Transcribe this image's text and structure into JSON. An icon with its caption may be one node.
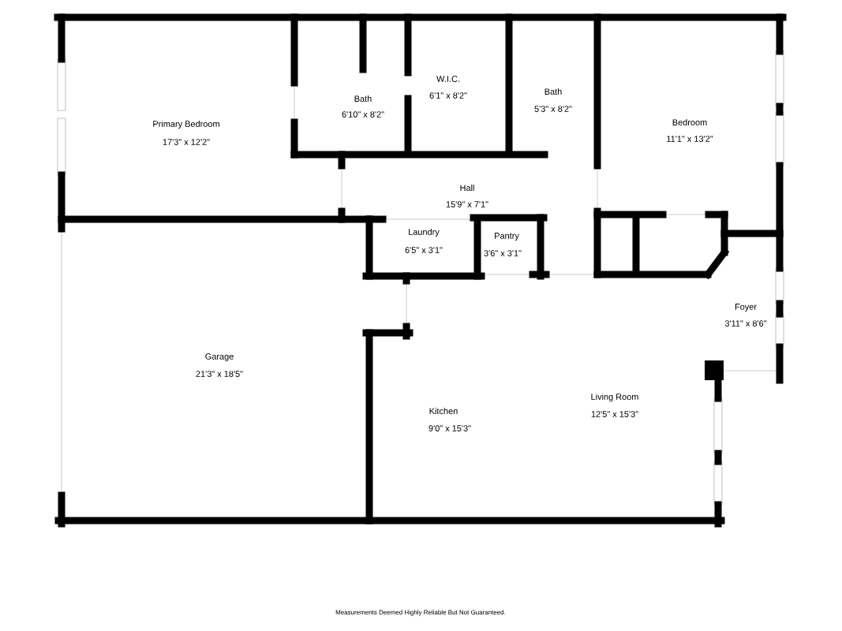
{
  "diagram": {
    "labels": [
      "Primary Bedroom",
      "17'3\" x 12'2\"",
      "Bath",
      "6'10\" x 8'2\"",
      "W.I.C.",
      "6'1\" x 8'2\"",
      "Bath",
      "5'3\" x 8'2\"",
      "Bedroom",
      "11'1\" x 13'2\"",
      "Hall",
      "15'9\" x 7'1\"",
      "Laundry",
      "6'5\" x 3'1\"",
      "Pantry",
      "3'6\" x 3'1\"",
      "Foyer",
      "3'11\" x 8'6\"",
      "Garage",
      "21'3\" x 18'5\"",
      "Living Room",
      "12'5\" x 15'3\"",
      "Kitchen",
      "9'0\" x 15'3\"",
      "Measurements Deemed Highly Reliable But Not Guaranteed."
    ]
  }
}
